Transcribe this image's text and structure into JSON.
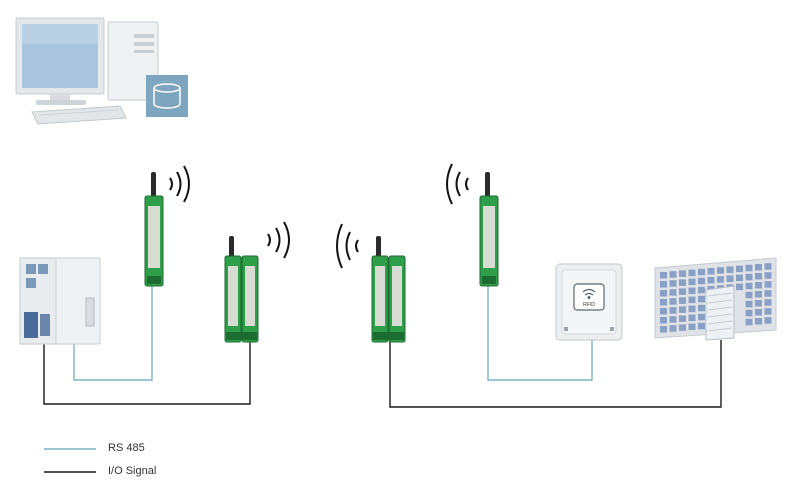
{
  "legend": {
    "rs485": {
      "label": "RS 485",
      "color": "#7fb3c4"
    },
    "io": {
      "label": "I/O Signal",
      "color": "#1a1a1a"
    }
  },
  "rfid_reader": {
    "label": "RFID"
  },
  "colors": {
    "module_green": "#2f9e4a",
    "module_dark": "#1c6b30",
    "signal_wave": "#111111",
    "monitor_screen": "#a9c4dd",
    "database_tile": "#7fa6c0",
    "building_window": "#8a9fc4"
  }
}
